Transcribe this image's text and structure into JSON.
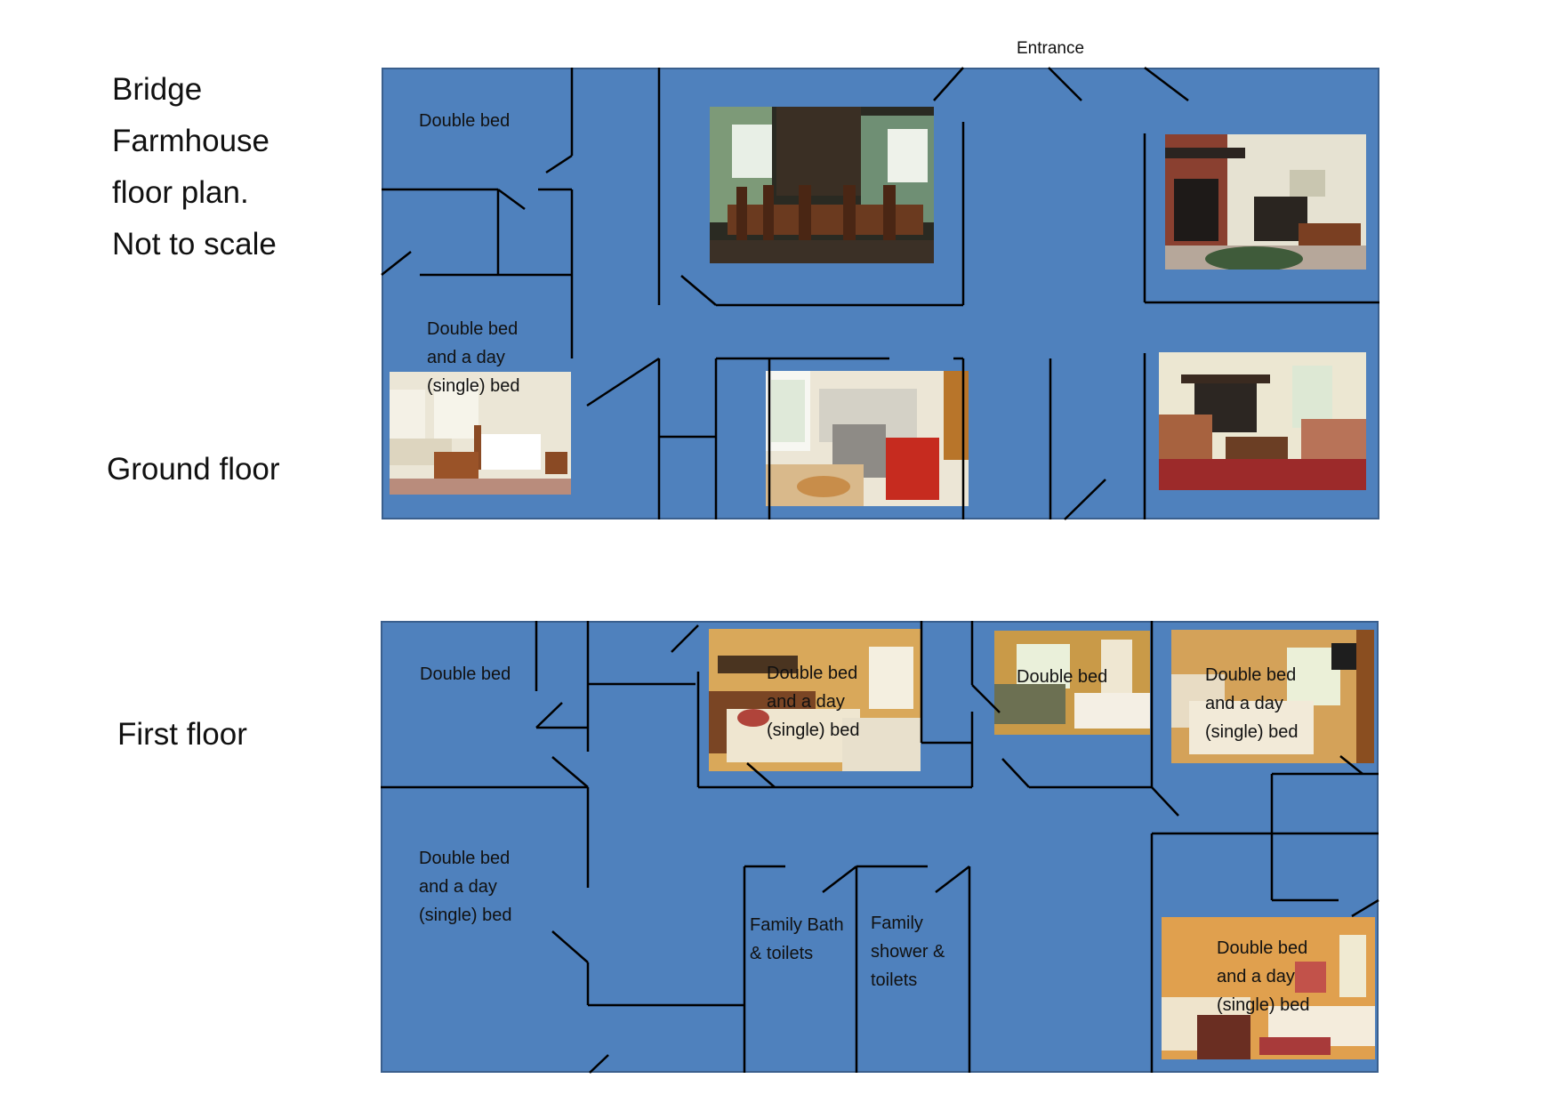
{
  "title": {
    "lines": [
      "Bridge",
      "Farmhouse",
      "floor plan.",
      "Not to scale"
    ]
  },
  "entrance_label": "Entrance",
  "ground_floor": {
    "label": "Ground floor",
    "rooms": {
      "double_bed": [
        "Double bed"
      ],
      "double_day_bed": [
        "Double bed",
        "and a day",
        "(single) bed"
      ]
    }
  },
  "first_floor": {
    "label": "First floor",
    "rooms": {
      "double_bed_left": [
        "Double bed"
      ],
      "double_day_bed_left": [
        "Double bed",
        "and a day",
        "(single) bed"
      ],
      "double_day_bed_top_center": [
        "Double bed",
        "and a day",
        "(single) bed"
      ],
      "double_bed_top_right": [
        "Double bed"
      ],
      "double_day_bed_top_far_right": [
        "Double bed",
        "and a day",
        "(single) bed"
      ],
      "family_bath": [
        "Family Bath",
        "& toilets"
      ],
      "family_shower": [
        "Family",
        "shower &",
        "toilets"
      ],
      "double_day_bed_bottom_right": [
        "Double bed",
        "and a day",
        "(single) bed"
      ]
    }
  },
  "photos": {
    "dining_room": "dining-room-photo",
    "fireplace_room": "fireplace-room-photo",
    "kitchen": "kitchen-photo",
    "sitting_room": "sitting-room-photo",
    "ground_bedroom": "bedroom-photo",
    "first_bedroom_center": "bedroom-photo",
    "first_bedroom_small": "bedroom-photo",
    "first_bedroom_right": "bedroom-photo",
    "first_bedroom_bottom": "bedroom-photo"
  },
  "colors": {
    "floor_fill": "#4f81bd",
    "wall": "#000000"
  }
}
